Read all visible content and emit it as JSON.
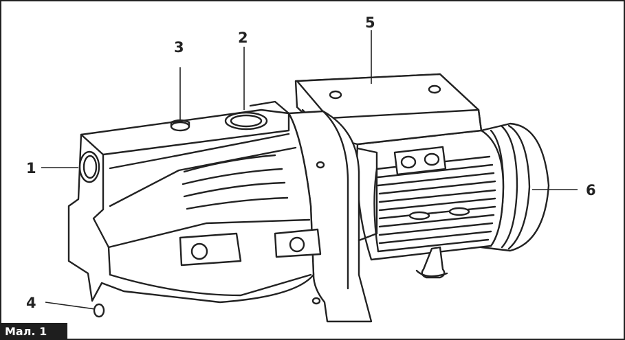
{
  "figure": {
    "caption": "Мал. 1"
  },
  "callouts": [
    {
      "id": "1",
      "label": "1"
    },
    {
      "id": "2",
      "label": "2"
    },
    {
      "id": "3",
      "label": "3"
    },
    {
      "id": "4",
      "label": "4"
    },
    {
      "id": "5",
      "label": "5"
    },
    {
      "id": "6",
      "label": "6"
    }
  ],
  "colors": {
    "ink": "#222222",
    "caption_bg": "#1e1e1e",
    "caption_text": "#ffffff",
    "background": "#ffffff"
  }
}
